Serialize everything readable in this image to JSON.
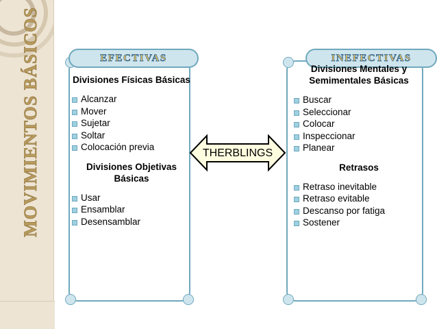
{
  "page": {
    "vertical_title": "MOVIMIENTOS BÁSICOS",
    "center_label": "THERBLINGS"
  },
  "left_panel": {
    "header_pill": "EFECTIVAS",
    "section1_title": "Divisiones Físicas Básicas",
    "section1_items": [
      "Alcanzar",
      "Mover",
      "Sujetar",
      "Soltar",
      "Colocación previa"
    ],
    "section2_title": "Divisiones Objetivas Básicas",
    "section2_items": [
      "Usar",
      "Ensamblar",
      "Desensamblar"
    ]
  },
  "right_panel": {
    "header_pill": "INEFECTIVAS",
    "section1_title": "Divisiones Mentales y Semimentales Básicas",
    "section1_items": [
      "Buscar",
      "Seleccionar",
      "Colocar",
      "Inspeccionar",
      "Planear"
    ],
    "section2_title": "Retrasos",
    "section2_items": [
      "Retraso inevitable",
      "Retraso evitable",
      "Descanso por fatiga",
      "Sostener"
    ]
  },
  "colors": {
    "panel_border": "#6fa8bd",
    "pill_fill": "#cfe5ee",
    "pill_text": "#f6c95f",
    "band_bg": "#ede4d4",
    "band_text": "#b89a5e",
    "arrow_fill": "#fffde0",
    "arrow_border": "#000000"
  }
}
